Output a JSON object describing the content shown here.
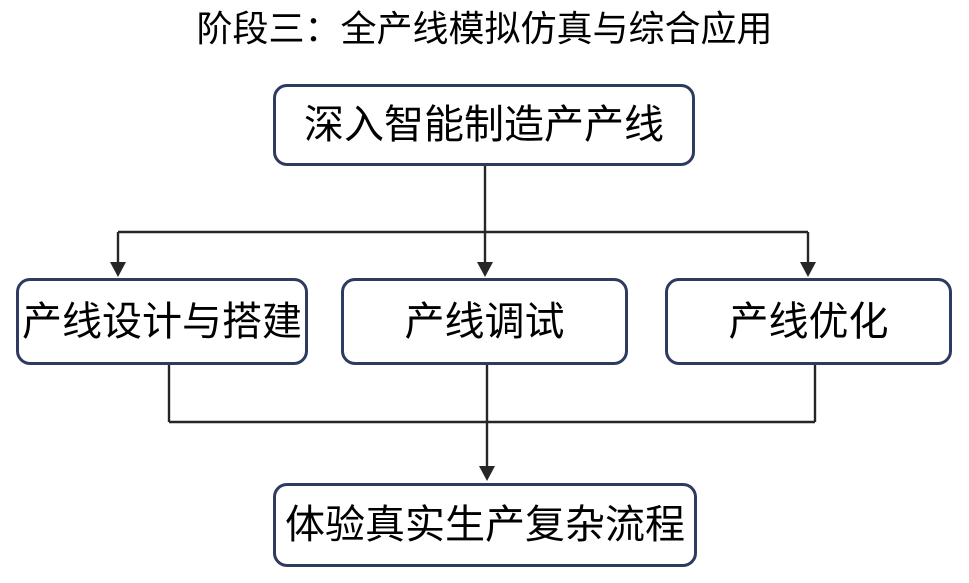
{
  "title": "阶段三：全产线模拟仿真与综合应用",
  "colors": {
    "box-border": "#2e3a5f",
    "line": "#262626",
    "text": "#000000",
    "bg": "#ffffff"
  },
  "nodes": {
    "top": {
      "label": "深入智能制造产产线"
    },
    "mid_left": {
      "label": "产线设计与搭建"
    },
    "mid_center": {
      "label": "产线调试"
    },
    "mid_right": {
      "label": "产线优化"
    },
    "bottom": {
      "label": "体验真实生产复杂流程"
    }
  }
}
